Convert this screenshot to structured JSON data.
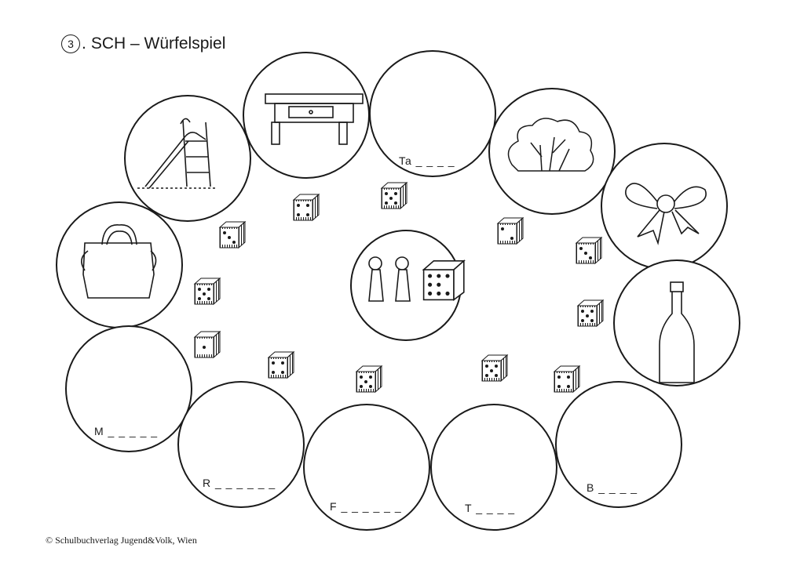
{
  "title": {
    "number": "3",
    "separator": ".",
    "text": "SCH – Würfelspiel"
  },
  "copyright": "© Schulbuchverlag Jugend&Volk, Wien",
  "words": {
    "tasche_blank": "Ta _ _ _ _",
    "m_blank": "M _ _ _ _ _",
    "r_blank": "R _ _ _ _ _ _",
    "f_blank": "F _ _ _ _ _ _",
    "t_blank": "T _ _ _ _",
    "b_blank": "B _ _ _ _"
  },
  "icons": {
    "slide": "slide-icon",
    "table": "table-icon",
    "bush": "bush-icon",
    "bow": "bow-icon",
    "bag": "bag-icon",
    "bottle": "bottle-icon",
    "pawns": "game-pieces-icon",
    "die": "die-icon"
  },
  "colors": {
    "ink": "#1a1a1a",
    "paper": "#ffffff"
  }
}
